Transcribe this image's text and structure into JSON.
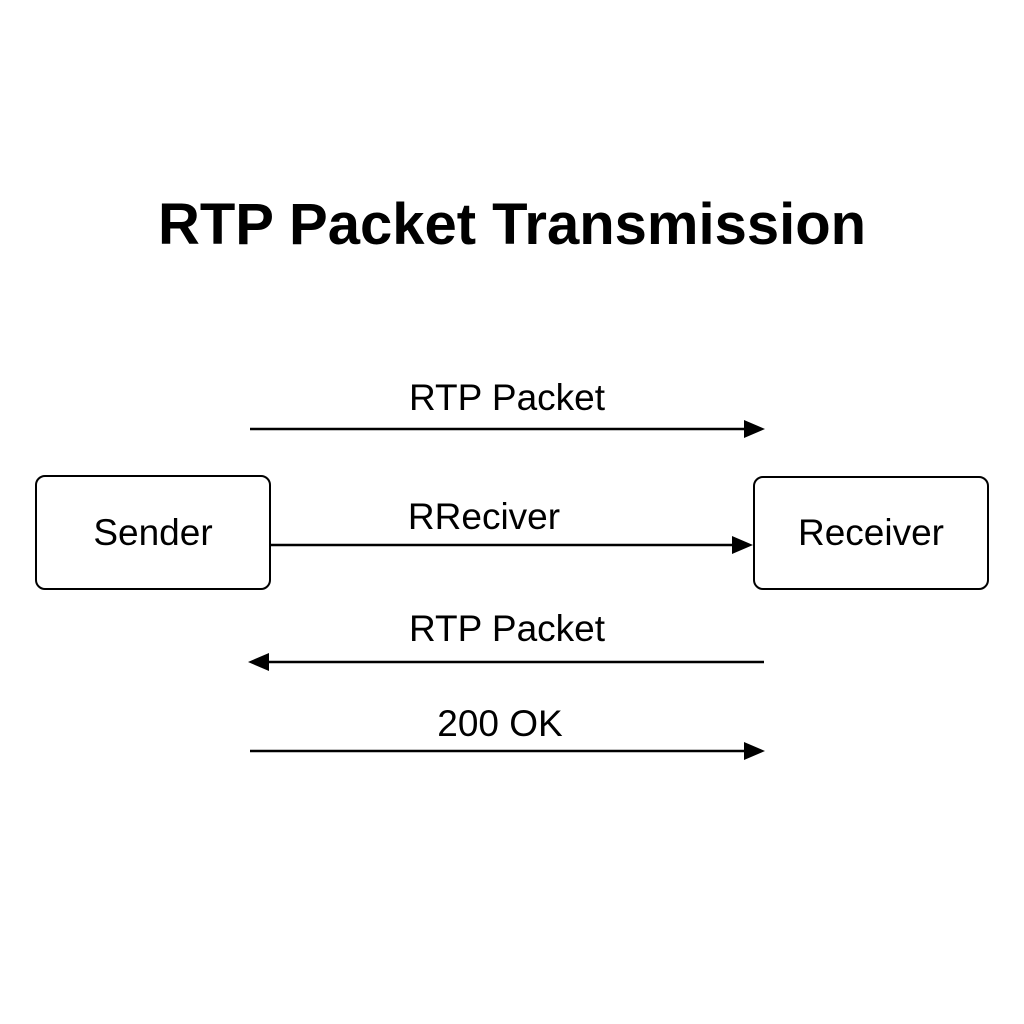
{
  "title": "RTP Packet Transmission",
  "nodes": {
    "sender": "Sender",
    "receiver": "Receiver"
  },
  "messages": [
    {
      "label": "RTP Packet",
      "direction": "right"
    },
    {
      "label": "RReciver",
      "direction": "right"
    },
    {
      "label": "RTP Packet",
      "direction": "left"
    },
    {
      "label": "200 OK",
      "direction": "right"
    }
  ],
  "colors": {
    "line": "#000000",
    "background": "#ffffff"
  }
}
